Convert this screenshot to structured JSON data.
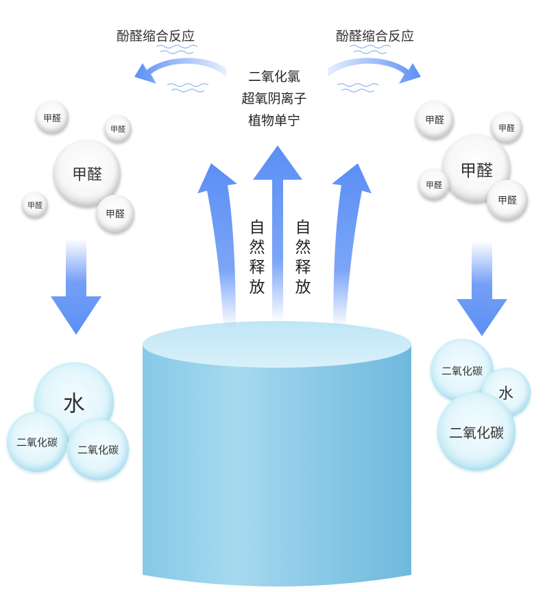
{
  "labels": {
    "top_left": "酚醛缩合反应",
    "top_right": "酚醛缩合反应",
    "center": [
      "二氧化氯",
      "超氧阴离子",
      "植物单宁"
    ],
    "release_left": "自然释放",
    "release_right": "自然释放"
  },
  "bubbles": {
    "formaldehyde": "甲醛",
    "water": "水",
    "co2": "二氧化碳"
  },
  "colors": {
    "arrow_blue": "#5b8ff5",
    "cylinder_blue": "#7ac2e2",
    "bubble_cyan": "#8fd3ea"
  }
}
